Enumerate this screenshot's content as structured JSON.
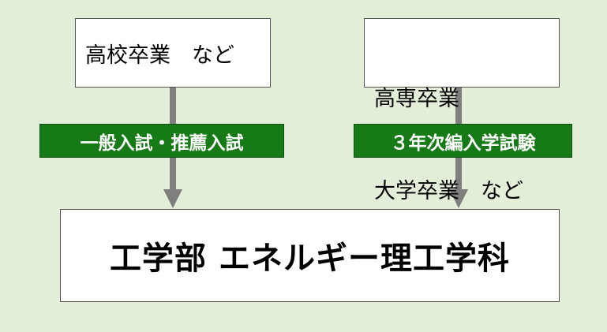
{
  "left_source": {
    "text": "高校卒業　など"
  },
  "right_source": {
    "line1": "高専卒業",
    "line2": "大学卒業　など"
  },
  "left_route": {
    "label": "一般入試・推薦入試"
  },
  "right_route": {
    "label": "３年次編入学試験"
  },
  "destination": {
    "text": "工学部 エネルギー理工学科"
  },
  "colors": {
    "background": "#e3eed8",
    "label_fill": "#167a16",
    "arrow": "#7f7f7f"
  }
}
